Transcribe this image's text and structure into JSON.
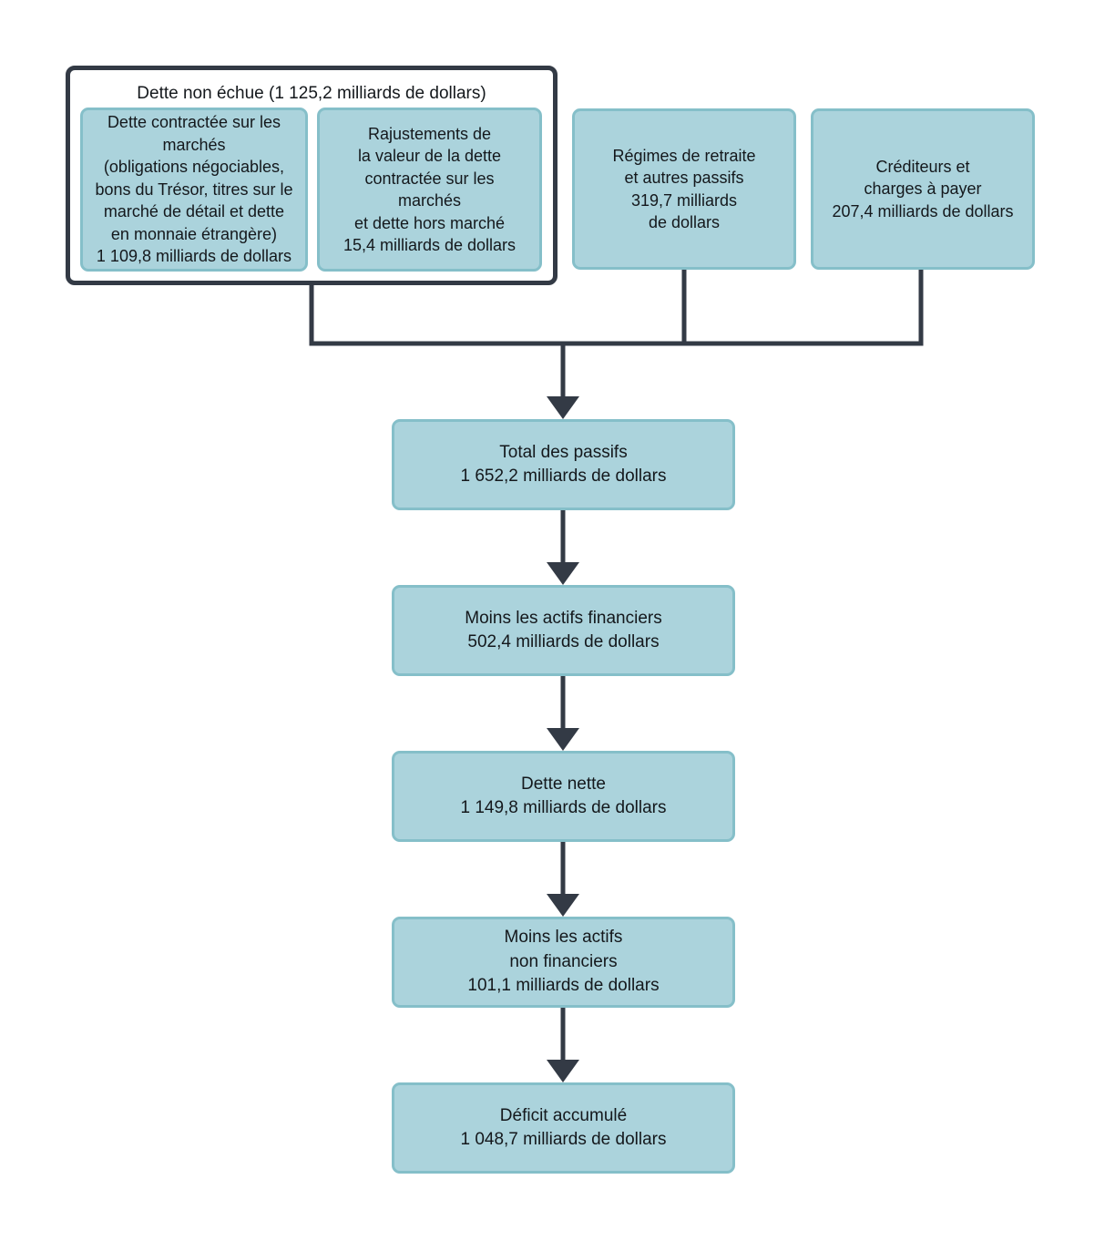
{
  "diagram": {
    "kind": "flowchart",
    "group": {
      "title": "Dette non échue (1 125,2 milliards de dollars)",
      "children": [
        {
          "id": "market-debt",
          "lines": [
            "Dette contractée sur les",
            "marchés",
            "(obligations négociables,",
            "bons du Trésor, titres sur le",
            "marché de détail et dette",
            "en monnaie étrangère)",
            "1 109,8 milliards de dollars"
          ]
        },
        {
          "id": "market-debt-adjustments",
          "lines": [
            "Rajustements de",
            "la valeur de la dette",
            "contractée sur les",
            "marchés",
            "et dette hors marché",
            "15,4 milliards de dollars"
          ]
        }
      ]
    },
    "top_boxes": [
      {
        "id": "pension-plans",
        "lines": [
          "Régimes de retraite",
          "et autres passifs",
          "319,7 milliards",
          "de dollars"
        ]
      },
      {
        "id": "creditors",
        "lines": [
          "Créditeurs et",
          "charges à payer",
          "207,4 milliards de dollars"
        ]
      }
    ],
    "flow_boxes": [
      {
        "id": "total-liabilities",
        "lines": [
          "Total des passifs",
          "1 652,2 milliards de dollars"
        ]
      },
      {
        "id": "less-financial-assets",
        "lines": [
          "Moins les actifs financiers",
          "502,4 milliards de dollars"
        ]
      },
      {
        "id": "net-debt",
        "lines": [
          "Dette nette",
          "1 149,8 milliards de dollars"
        ]
      },
      {
        "id": "less-nonfinancial-assets",
        "lines": [
          "Moins les actifs",
          "non financiers",
          "101,1 milliards de dollars"
        ]
      },
      {
        "id": "accumulated-deficit",
        "lines": [
          "Déficit accumulé",
          "1 048,7 milliards de dollars"
        ]
      }
    ],
    "colors": {
      "box_fill": "#abd3dc",
      "box_border": "#85bfc9",
      "line": "#333a45",
      "group_border": "#333a45",
      "text": "#14181c",
      "background": "#ffffff"
    }
  }
}
